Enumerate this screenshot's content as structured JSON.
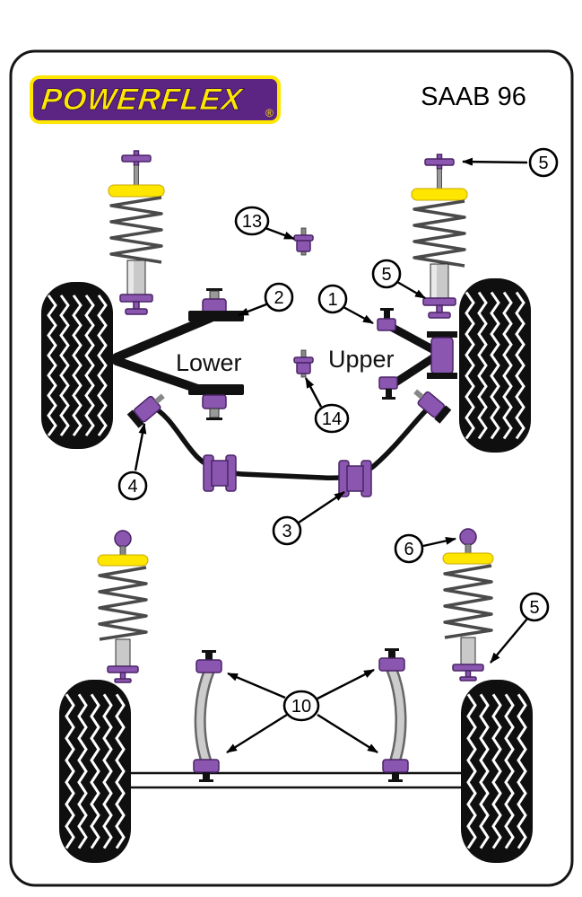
{
  "page": {
    "brand_logo_text": "POWERFLEX",
    "registered_mark": "®",
    "model_title": "SAAB 96"
  },
  "diagram": {
    "labels": {
      "lower_arm": "Lower",
      "upper_arm": "Upper"
    },
    "callouts": {
      "c1": "1",
      "c2": "2",
      "c3": "3",
      "c4": "4",
      "c5_front_top": "5",
      "c5_front_mid": "5",
      "c5_rear": "5",
      "c6": "6",
      "c10": "10",
      "c13": "13",
      "c14": "14"
    },
    "colors": {
      "bushing_purple": "#8a56b0",
      "logo_purple": "#5C2483",
      "accent_yellow": "#FFE600",
      "tire_black": "#0f0f0f"
    }
  }
}
